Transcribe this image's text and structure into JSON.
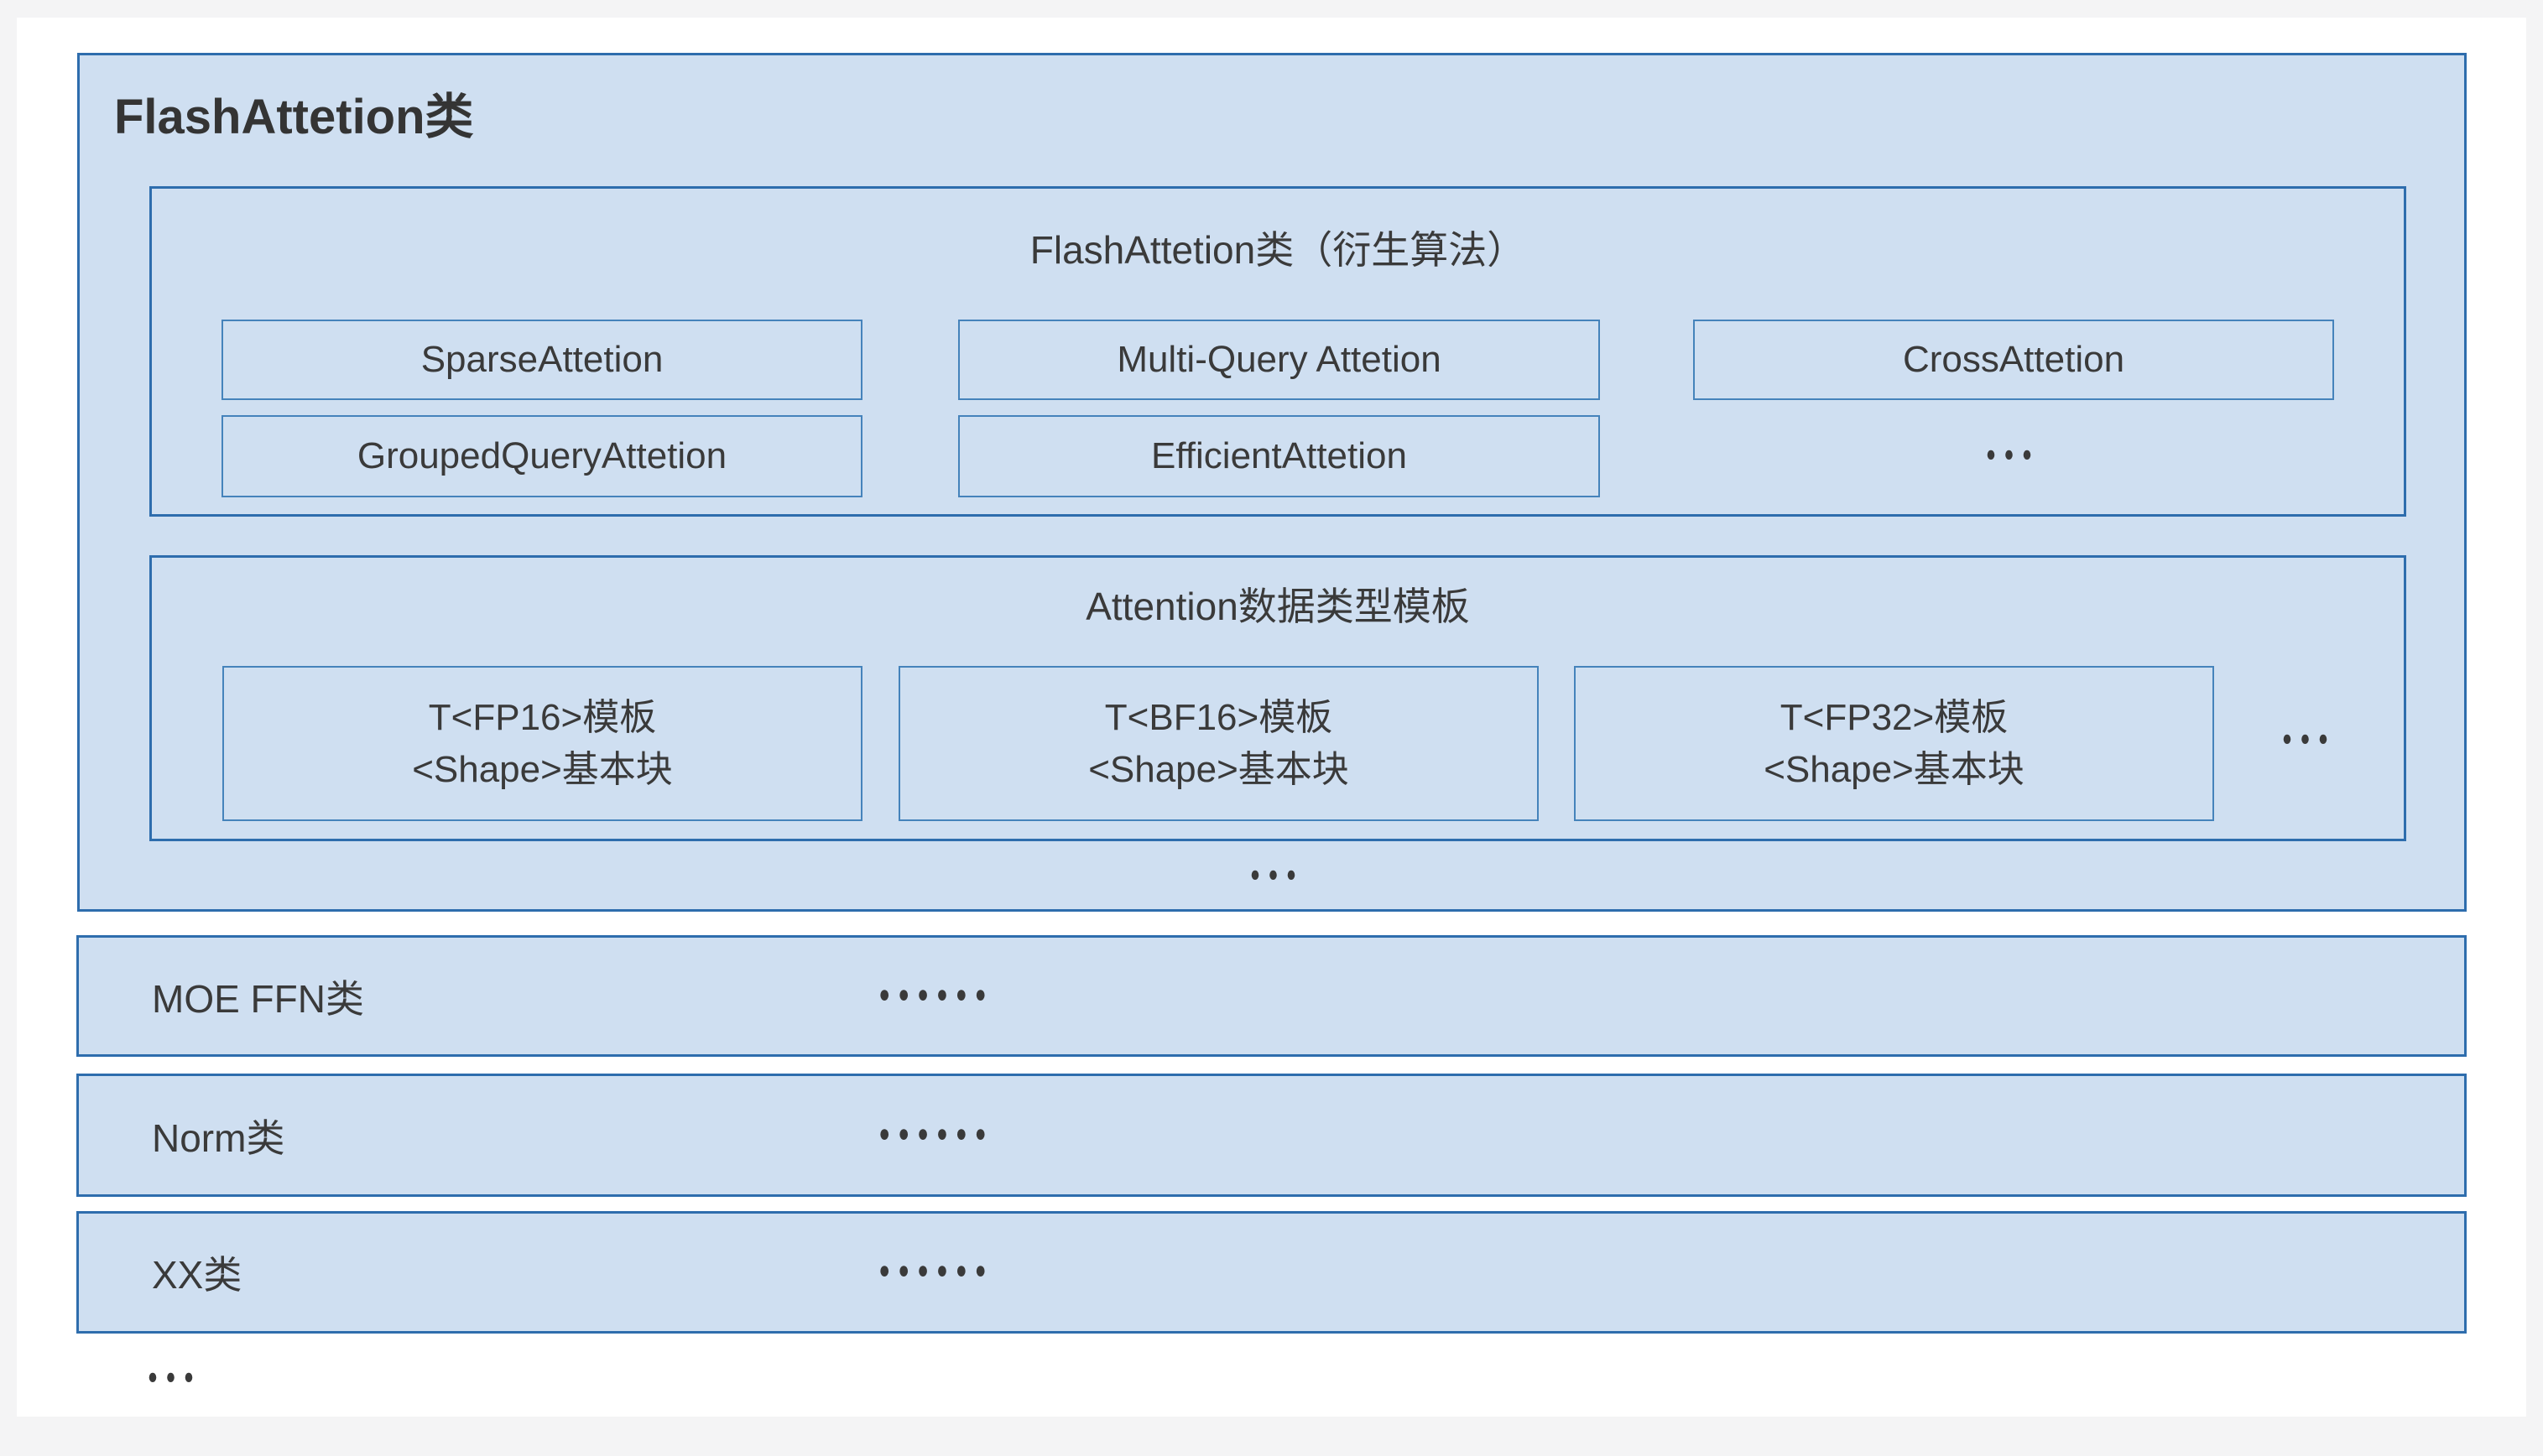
{
  "colors": {
    "page_background": "#f4f4f5",
    "panel_background": "#ffffff",
    "box_fill": "#cfdff1",
    "border_dark": "#2e6dad",
    "border_light": "#4583bb",
    "text": "#3a3a3a"
  },
  "diagram": {
    "main_class": {
      "title": "FlashAttetion类",
      "derived_box": {
        "title": "FlashAttetion类（衍生算法）",
        "items_row1": [
          "SparseAttetion",
          "Multi-Query Attetion",
          "CrossAttetion"
        ],
        "items_row2": [
          "GroupedQueryAttetion",
          "EfficientAttetion"
        ],
        "ellipsis": "•••"
      },
      "template_box": {
        "title": "Attention数据类型模板",
        "items": [
          {
            "line1": "T<FP16>模板",
            "line2": "<Shape>基本块"
          },
          {
            "line1": "T<BF16>模板",
            "line2": "<Shape>基本块"
          },
          {
            "line1": "T<FP32>模板",
            "line2": "<Shape>基本块"
          }
        ],
        "ellipsis": "•••"
      },
      "ellipsis": "•••"
    },
    "other_classes": [
      {
        "label": "MOE FFN类",
        "ellipsis": "••••••"
      },
      {
        "label": "Norm类",
        "ellipsis": "••••••"
      },
      {
        "label": "XX类",
        "ellipsis": "••••••"
      }
    ],
    "bottom_ellipsis": "•••"
  }
}
